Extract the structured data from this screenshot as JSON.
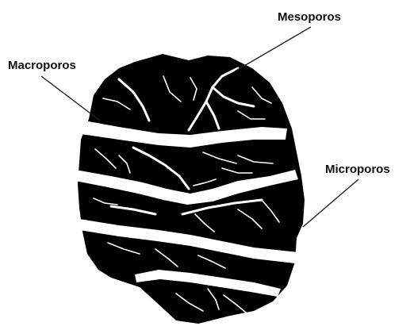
{
  "labels": {
    "mesoporos": "Mesoporos",
    "macroporos": "Macroporos",
    "microporos": "Microporos"
  },
  "colors": {
    "aggregate": "#000000",
    "pores": "#ffffff",
    "leader": "#222222",
    "text": "#111111"
  }
}
